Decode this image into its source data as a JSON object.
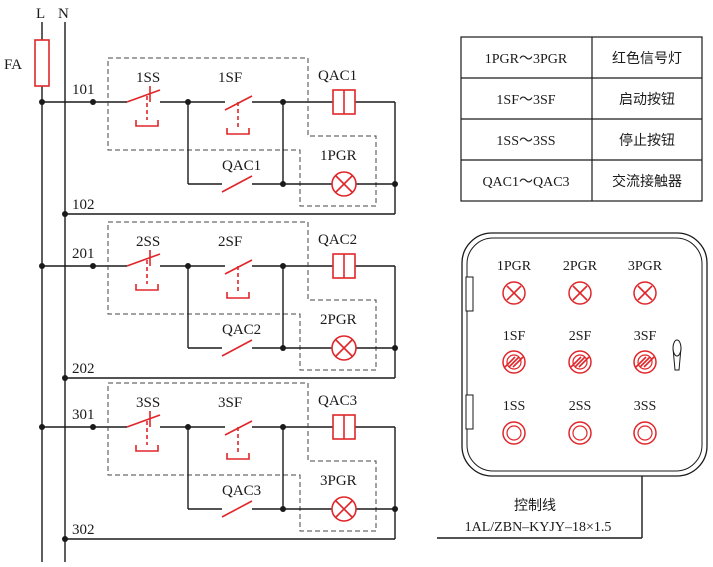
{
  "buses": {
    "line": "L",
    "neutral": "N",
    "fuse": "FA"
  },
  "circuits": [
    {
      "node_in": "101",
      "node_out": "102",
      "stop": "1SS",
      "start": "1SF",
      "contactor": "QAC1",
      "aux_contact": "QAC1",
      "lamp": "1PGR"
    },
    {
      "node_in": "201",
      "node_out": "202",
      "stop": "2SS",
      "start": "2SF",
      "contactor": "QAC2",
      "aux_contact": "QAC2",
      "lamp": "2PGR"
    },
    {
      "node_in": "301",
      "node_out": "302",
      "stop": "3SS",
      "start": "3SF",
      "contactor": "QAC3",
      "aux_contact": "QAC3",
      "lamp": "3PGR"
    }
  ],
  "legend": [
    {
      "code": "1PGR～3PGR",
      "desc": "红色信号灯"
    },
    {
      "code": "1SF～3SF",
      "desc": "启动按钮"
    },
    {
      "code": "1SS～3SS",
      "desc": "停止按钮"
    },
    {
      "code": "QAC1～QAC3",
      "desc": "交流接触器"
    }
  ],
  "panel": {
    "rows": [
      {
        "type": "lamp",
        "labels": [
          "1PGR",
          "2PGR",
          "3PGR"
        ]
      },
      {
        "type": "start",
        "labels": [
          "1SF",
          "2SF",
          "3SF"
        ]
      },
      {
        "type": "stop",
        "labels": [
          "1SS",
          "2SS",
          "3SS"
        ]
      }
    ],
    "cable_title": "控制线",
    "cable_spec": "1AL/ZBN–KYJY–18×1.5"
  }
}
